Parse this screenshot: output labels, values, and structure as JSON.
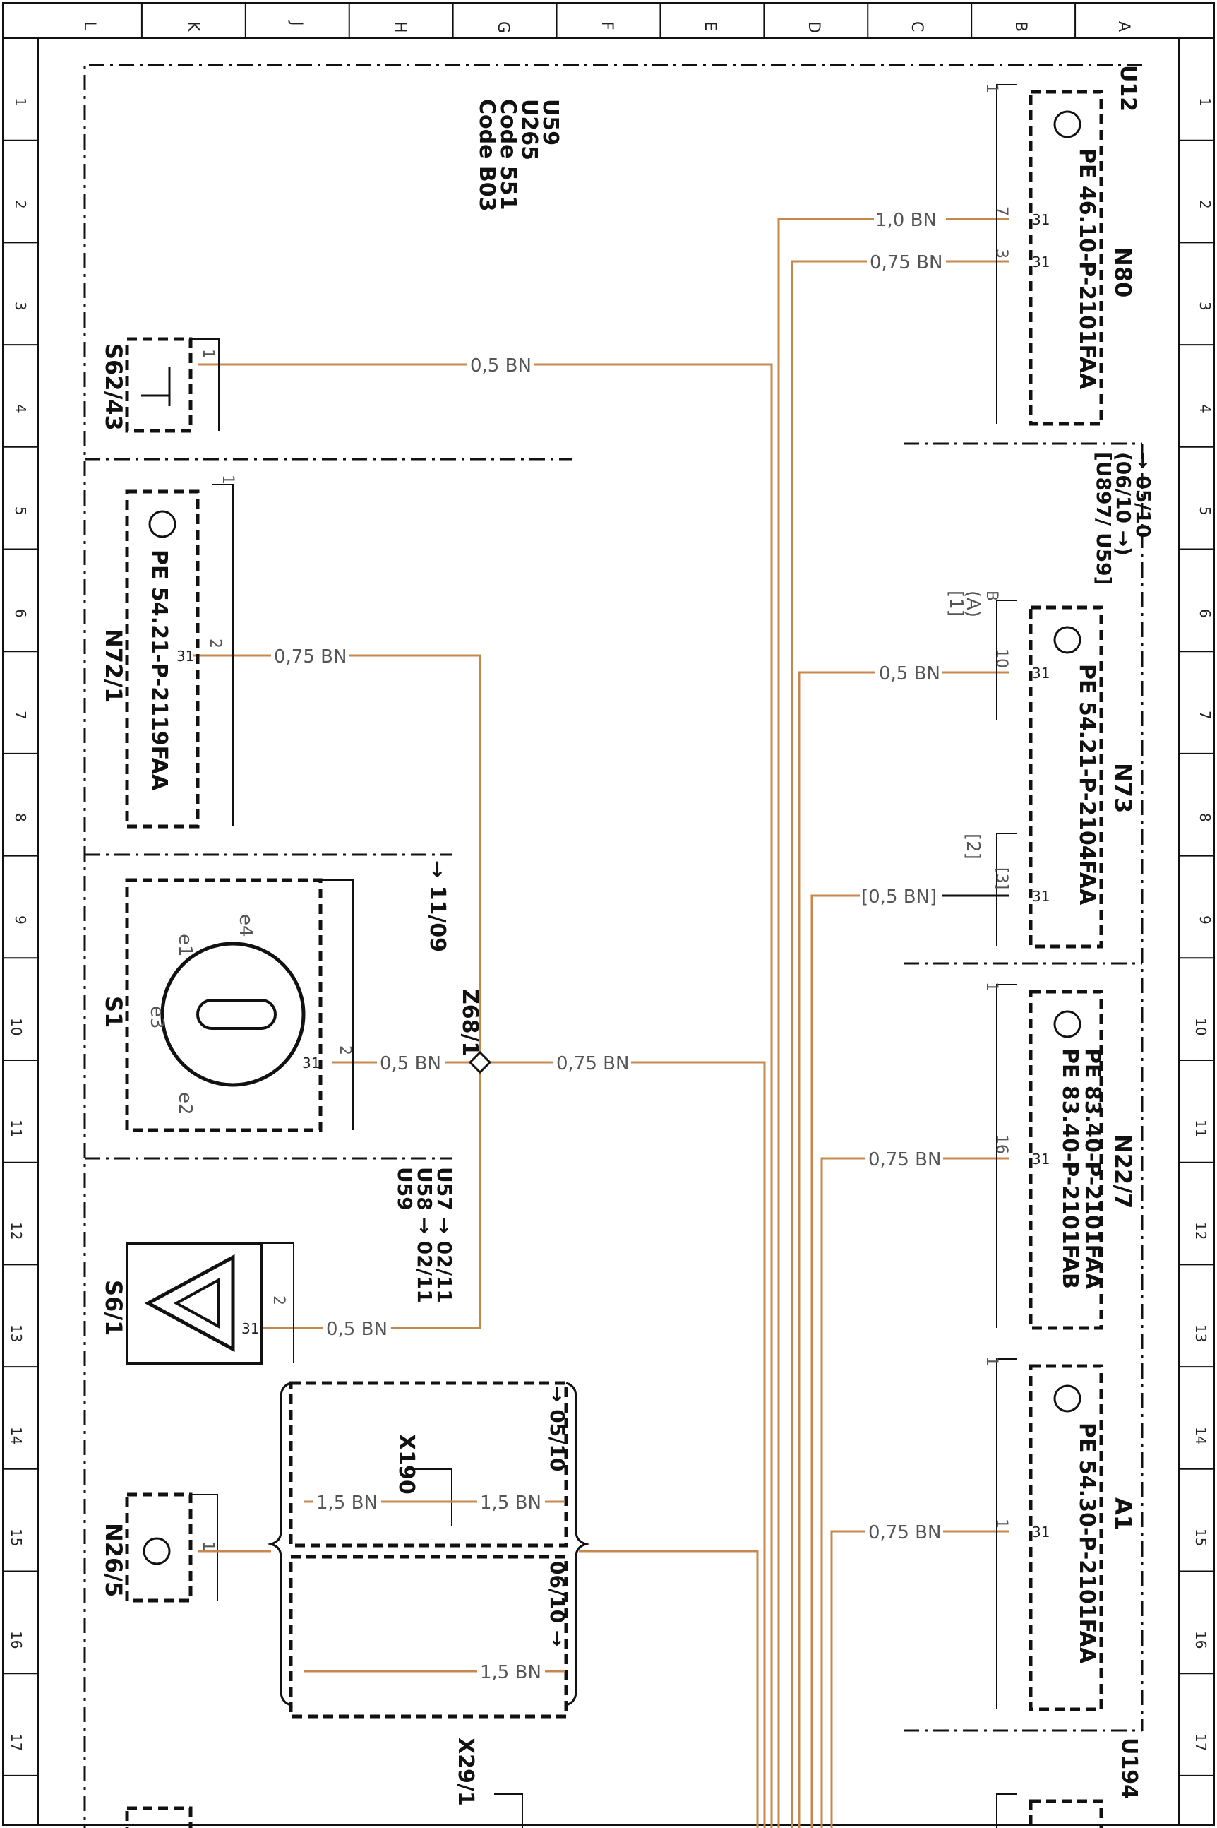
{
  "frame": {
    "col_labels": [
      "L",
      "K",
      "J",
      "H",
      "G",
      "F",
      "E",
      "D",
      "C",
      "B",
      "A"
    ],
    "row_labels": [
      "1",
      "2",
      "3",
      "4",
      "5",
      "6",
      "7",
      "8",
      "9",
      "10",
      "11",
      "12",
      "13",
      "14",
      "15",
      "16",
      "17"
    ]
  },
  "header": {
    "codes": [
      "U59",
      "U265",
      "Code 551",
      "Code B03"
    ]
  },
  "refs": {
    "u12": "U12",
    "u194": "U194",
    "ref_0510_a": "→ 05/10",
    "ref_0510_b": "(06/10 →)",
    "ref_0510_c": "[U897/ U59]",
    "ref_1109": "→ 11/09",
    "ref_0211_a": "U57 → 02/11",
    "ref_0211_b": "U58 → 02/11",
    "ref_0211_c": "U59",
    "ref_0510_x190": "→ 05/10",
    "ref_0610_x190": "06/10 →",
    "ref_A": "(A)",
    "ref_1": "[1]",
    "ref_2": "[2]",
    "ref_3": "[3]"
  },
  "components": {
    "n80": {
      "name": "N80",
      "pe": "PE 46.10-P-2101FAA",
      "pins": [
        "7",
        "3",
        "1"
      ]
    },
    "n73": {
      "name": "N73",
      "pe": "PE 54.21-P-2104FAA",
      "pin_10": "10",
      "pin_b": "B"
    },
    "n22_7": {
      "name": "N22/7",
      "pe1": "PE 83.40-P-2101FAA",
      "pe2": "PE 83.40-P-2101FAB",
      "pin": "16",
      "pin_top": "1"
    },
    "a1": {
      "name": "A1",
      "pe": "PE 54.30-P-2101FAA",
      "pin": "1",
      "pin_top": "1"
    },
    "s62_43": {
      "name": "S62/43",
      "pin": "1"
    },
    "n72_1": {
      "name": "N72/1",
      "pe": "PE 54.21-P-2119FAA",
      "pin": "2",
      "pin_top": "1"
    },
    "s1": {
      "name": "S1",
      "pin": "2",
      "labels": [
        "e4",
        "e1",
        "e3",
        "e2"
      ]
    },
    "s6_1": {
      "name": "S6/1",
      "pin": "2"
    },
    "n26_5": {
      "name": "N26/5",
      "pin": "1"
    },
    "x190": {
      "name": "X190"
    },
    "x29_1": {
      "name": "X29/1"
    },
    "z68_1": {
      "name": "Z68/1"
    }
  },
  "ground": "31",
  "wires": {
    "n80_7": "1,0 BN",
    "n80_3": "0,75 BN",
    "s62": "0,5 BN",
    "n73_10": "0,5 BN",
    "n73_3": "[0,5 BN]",
    "n72": "0,75 BN",
    "s1": "0,5 BN",
    "z68_out": "0,75 BN",
    "n22": "0,75 BN",
    "s6": "0,5 BN",
    "a1": "0,75 BN",
    "x190_in": "1,5 BN",
    "x190_out": "1,5 BN",
    "alt_out": "1,5 BN"
  },
  "colors": {
    "wire": "#c7884e",
    "line": "#111111"
  }
}
